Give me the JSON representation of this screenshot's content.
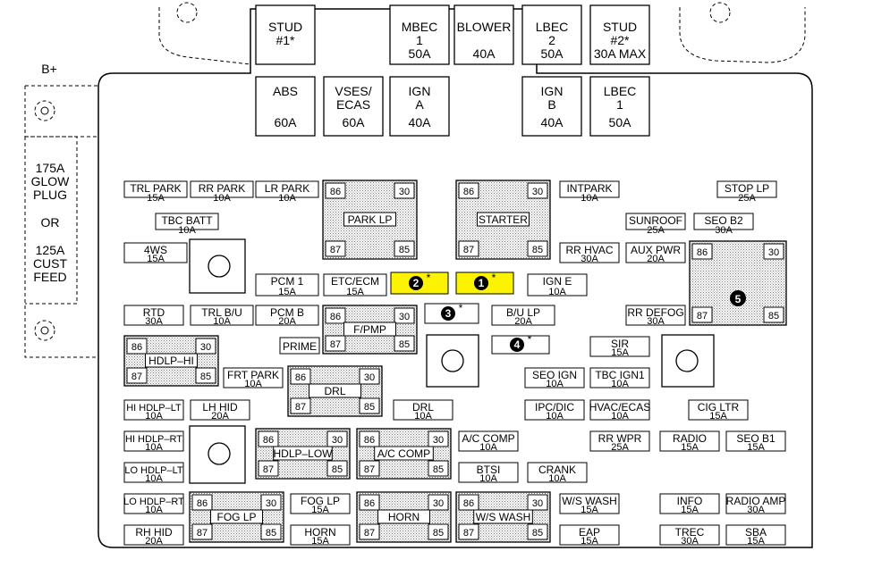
{
  "diagram": {
    "side": {
      "bplus": "B+",
      "glow": [
        "175A",
        "GLOW",
        "PLUG",
        "OR",
        "125A",
        "CUST",
        "FEED"
      ]
    },
    "top_fuses": [
      {
        "lines": [
          "STUD",
          "#1*"
        ]
      },
      {
        "lines": [
          "MBEC",
          "1",
          "50A"
        ]
      },
      {
        "lines": [
          "BLOWER",
          "",
          "40A"
        ]
      },
      {
        "lines": [
          "LBEC",
          "2",
          "50A"
        ]
      },
      {
        "lines": [
          "STUD",
          "#2*",
          "30A MAX"
        ]
      }
    ],
    "second_row": [
      {
        "lines": [
          "ABS",
          "",
          "60A"
        ]
      },
      {
        "lines": [
          "VSES/",
          "ECAS",
          "60A"
        ]
      },
      {
        "lines": [
          "IGN",
          "A",
          "40A"
        ]
      },
      {
        "lines": [
          "IGN",
          "B",
          "40A"
        ]
      },
      {
        "lines": [
          "LBEC",
          "1",
          "50A"
        ]
      }
    ],
    "relay_pins": [
      "86",
      "30",
      "87",
      "85"
    ],
    "relays": [
      {
        "label": "PARK LP"
      },
      {
        "label": "STARTER"
      },
      {
        "label": "F/PMP"
      },
      {
        "label": "HDLP–HI"
      },
      {
        "label": "DRL"
      },
      {
        "label": "HDLP–LOW"
      },
      {
        "label": "A/C COMP"
      },
      {
        "label": "FOG LP"
      },
      {
        "label": "HORN"
      },
      {
        "label": "W/S WASH"
      },
      {
        "label": ""
      }
    ],
    "relay5_number": "5",
    "markers": [
      {
        "num": "2",
        "star": "*"
      },
      {
        "num": "1",
        "star": "*"
      },
      {
        "num": "3",
        "star": "*"
      },
      {
        "num": "4",
        "star": "*"
      }
    ],
    "fuses": [
      {
        "name": "TRL PARK",
        "amp": "15A"
      },
      {
        "name": "RR PARK",
        "amp": "10A"
      },
      {
        "name": "LR PARK",
        "amp": "10A"
      },
      {
        "name": "TBC BATT",
        "amp": "10A"
      },
      {
        "name": "INTPARK",
        "amp": "10A"
      },
      {
        "name": "STOP LP",
        "amp": "25A"
      },
      {
        "name": "SUNROOF",
        "amp": "25A"
      },
      {
        "name": "SEO B2",
        "amp": "30A"
      },
      {
        "name": "4WS",
        "amp": "15A"
      },
      {
        "name": "RR HVAC",
        "amp": "30A"
      },
      {
        "name": "AUX PWR",
        "amp": "20A"
      },
      {
        "name": "PCM 1",
        "amp": "15A"
      },
      {
        "name": "ETC/ECM",
        "amp": "15A"
      },
      {
        "name": "IGN E",
        "amp": "10A"
      },
      {
        "name": "RTD",
        "amp": "30A"
      },
      {
        "name": "TRL B/U",
        "amp": "10A"
      },
      {
        "name": "PCM B",
        "amp": "20A"
      },
      {
        "name": "B/U LP",
        "amp": "20A"
      },
      {
        "name": "RR DEFOG",
        "amp": "30A"
      },
      {
        "name": "PRIME",
        "amp": ""
      },
      {
        "name": "SIR",
        "amp": "15A"
      },
      {
        "name": "FRT PARK",
        "amp": "10A"
      },
      {
        "name": "SEO IGN",
        "amp": "10A"
      },
      {
        "name": "TBC IGN1",
        "amp": "10A"
      },
      {
        "name": "HI HDLP–LT",
        "amp": "10A"
      },
      {
        "name": "LH HID",
        "amp": "20A"
      },
      {
        "name": "DRL",
        "amp": "10A"
      },
      {
        "name": "IPC/DIC",
        "amp": "10A"
      },
      {
        "name": "HVAC/ECAS",
        "amp": "10A"
      },
      {
        "name": "CIG LTR",
        "amp": "15A"
      },
      {
        "name": "HI HDLP–RT",
        "amp": "10A"
      },
      {
        "name": "A/C COMP",
        "amp": "10A"
      },
      {
        "name": "RR WPR",
        "amp": "25A"
      },
      {
        "name": "RADIO",
        "amp": "15A"
      },
      {
        "name": "SEO B1",
        "amp": "15A"
      },
      {
        "name": "LO HDLP–LT",
        "amp": "10A"
      },
      {
        "name": "BTSI",
        "amp": "10A"
      },
      {
        "name": "CRANK",
        "amp": "10A"
      },
      {
        "name": "LO HDLP–RT",
        "amp": "10A"
      },
      {
        "name": "FOG LP",
        "amp": "15A"
      },
      {
        "name": "W/S WASH",
        "amp": "15A"
      },
      {
        "name": "INFO",
        "amp": "15A"
      },
      {
        "name": "RADIO AMP",
        "amp": "30A"
      },
      {
        "name": "RH HID",
        "amp": "20A"
      },
      {
        "name": "HORN",
        "amp": "15A"
      },
      {
        "name": "EAP",
        "amp": "15A"
      },
      {
        "name": "TREC",
        "amp": "30A"
      },
      {
        "name": "SBA",
        "amp": "15A"
      }
    ],
    "colors": {
      "highlight": "#fdf200",
      "stipple": "#bdbdbd"
    }
  }
}
